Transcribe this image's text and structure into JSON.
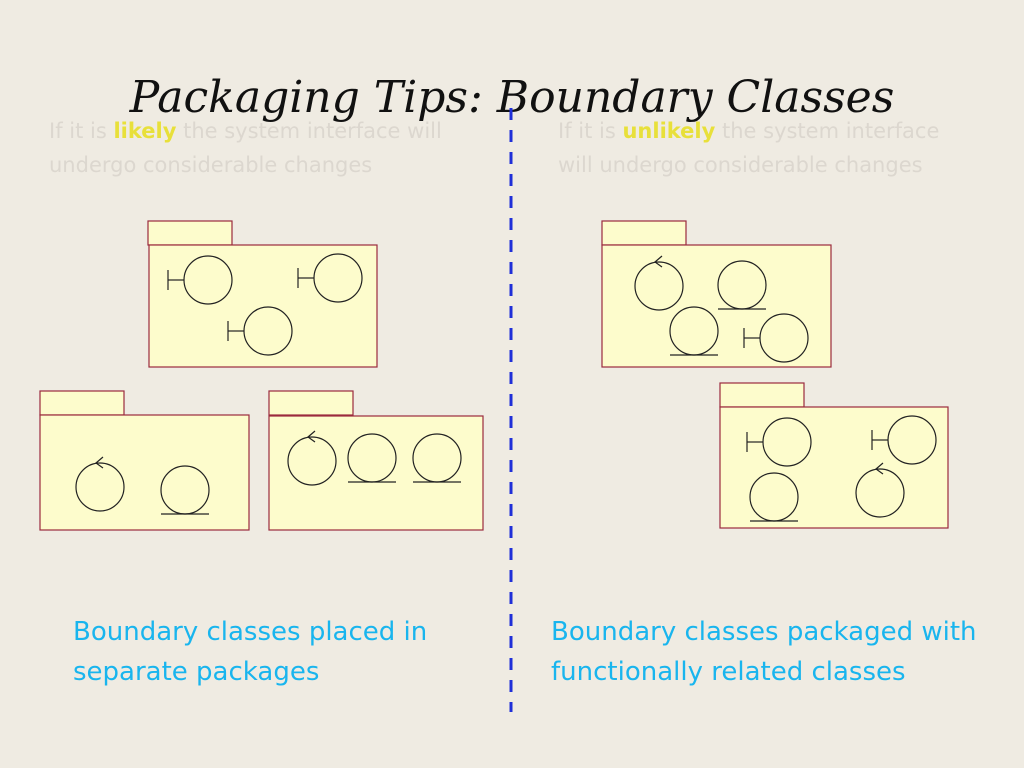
{
  "slide": {
    "title": "Packaging Tips: Boundary Classes",
    "left": {
      "condition_prefix": "If it is ",
      "condition_keyword": "likely",
      "condition_suffix": " the system interface will undergo considerable changes",
      "caption": "Boundary classes placed in separate packages"
    },
    "right": {
      "condition_prefix": "If it is ",
      "condition_keyword": "unlikely",
      "condition_suffix": " the system interface will undergo considerable changes",
      "caption": "Boundary classes packaged with functionally related classes"
    }
  },
  "colors": {
    "background": "#efebe2",
    "package_fill": "#fdfccc",
    "package_border": "#9b2a3e",
    "divider": "#1f2fd8",
    "caption": "#19b5ee",
    "keyword": "#e8e03a"
  }
}
